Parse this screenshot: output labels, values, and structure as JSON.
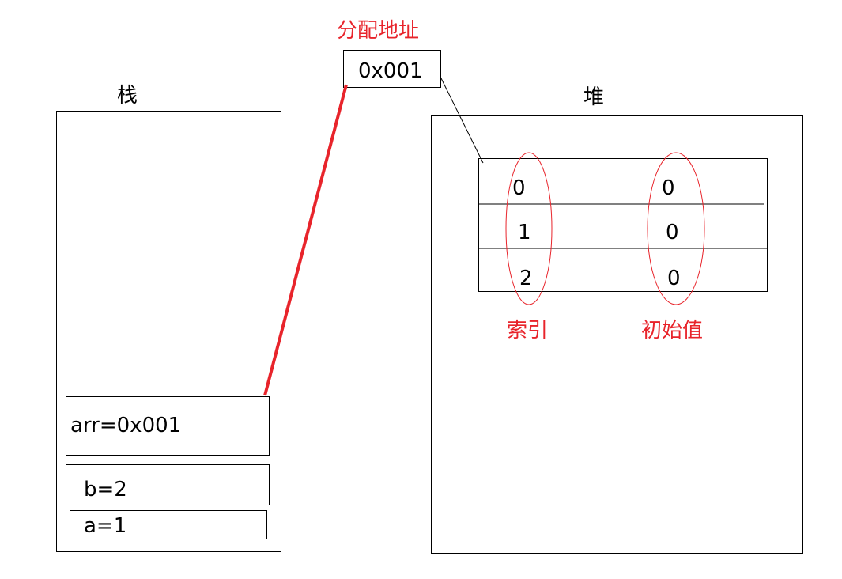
{
  "stack": {
    "title": "栈",
    "frames": [
      "arr=0x001",
      "b=2",
      "a=1"
    ]
  },
  "heap": {
    "title": "堆",
    "rows": [
      {
        "index": "0",
        "value": "0"
      },
      {
        "index": "1",
        "value": "0"
      },
      {
        "index": "2",
        "value": "0"
      }
    ],
    "index_label": "索引",
    "value_label": "初始值"
  },
  "address": {
    "label": "分配地址",
    "value": "0x001"
  },
  "colors": {
    "annotation": "#e8242b",
    "line": "#000000"
  }
}
